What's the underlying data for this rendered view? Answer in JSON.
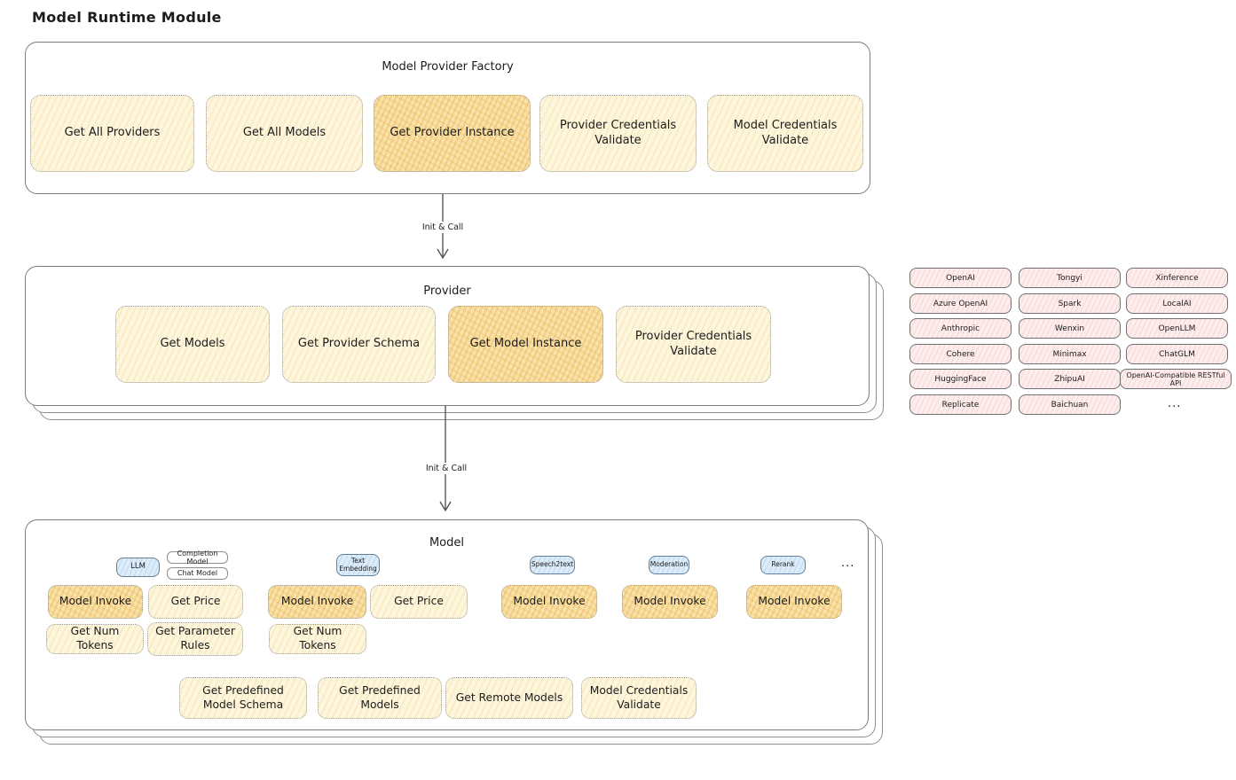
{
  "title": "Model Runtime Module",
  "edges": {
    "factory_to_provider": "Init & Call",
    "provider_to_model": "Init & Call"
  },
  "factory": {
    "title": "Model Provider Factory",
    "ops": [
      "Get All Providers",
      "Get All Models",
      "Get Provider Instance",
      "Provider Credentials Validate",
      "Model Credentials Validate"
    ]
  },
  "provider": {
    "title": "Provider",
    "ops": [
      "Get Models",
      "Get Provider Schema",
      "Get Model Instance",
      "Provider Credentials Validate"
    ]
  },
  "vendors": {
    "rows": [
      [
        "OpenAI",
        "Tongyi",
        "Xinference"
      ],
      [
        "Azure OpenAI",
        "Spark",
        "LocalAI"
      ],
      [
        "Anthropic",
        "Wenxin",
        "OpenLLM"
      ],
      [
        "Cohere",
        "Minimax",
        "ChatGLM"
      ],
      [
        "HuggingFace",
        "ZhipuAI",
        "OpenAI-Compatible RESTful API"
      ],
      [
        "Replicate",
        "Baichuan",
        "..."
      ]
    ]
  },
  "model": {
    "title": "Model",
    "tabs": {
      "llm": "LLM",
      "completion": "Completion Model",
      "chat": "Chat Model",
      "embedding": "Text Embedding",
      "speech": "Speech2text",
      "moderation": "Moderation",
      "rerank": "Rerank",
      "more": "..."
    },
    "row1": [
      "Model Invoke",
      "Get Price",
      "Model Invoke",
      "Get Price",
      "Model Invoke",
      "Model Invoke",
      "Model Invoke"
    ],
    "row2": [
      "Get Num Tokens",
      "Get Parameter Rules",
      "Get Num Tokens"
    ],
    "row3": [
      "Get Predefined Model Schema",
      "Get Predefined Models",
      "Get Remote Models",
      "Model Credentials Validate"
    ]
  },
  "colors": {
    "accent_fill": "#f9e2a9",
    "cream_fill": "#fdf6dd",
    "vendor_fill": "#fdeded",
    "tab_fill": "#dcecf9",
    "frame_border": "#7c7c7c"
  }
}
